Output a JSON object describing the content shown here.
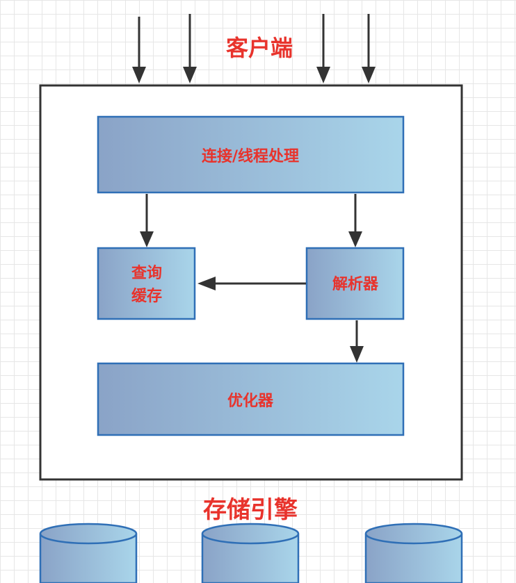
{
  "labels": {
    "client": "客户端",
    "connection": "连接/线程处理",
    "query_cache_line1": "查询",
    "query_cache_line2": "缓存",
    "parser": "解析器",
    "optimizer": "优化器",
    "storage_engine": "存储引擎"
  },
  "colors": {
    "label": "#e8332c",
    "box_border": "#2f6fb6",
    "box_gradient_start": "#8aa3c7",
    "box_gradient_end": "#a9d5ea",
    "arrow": "#333333",
    "server_border": "#333333"
  }
}
